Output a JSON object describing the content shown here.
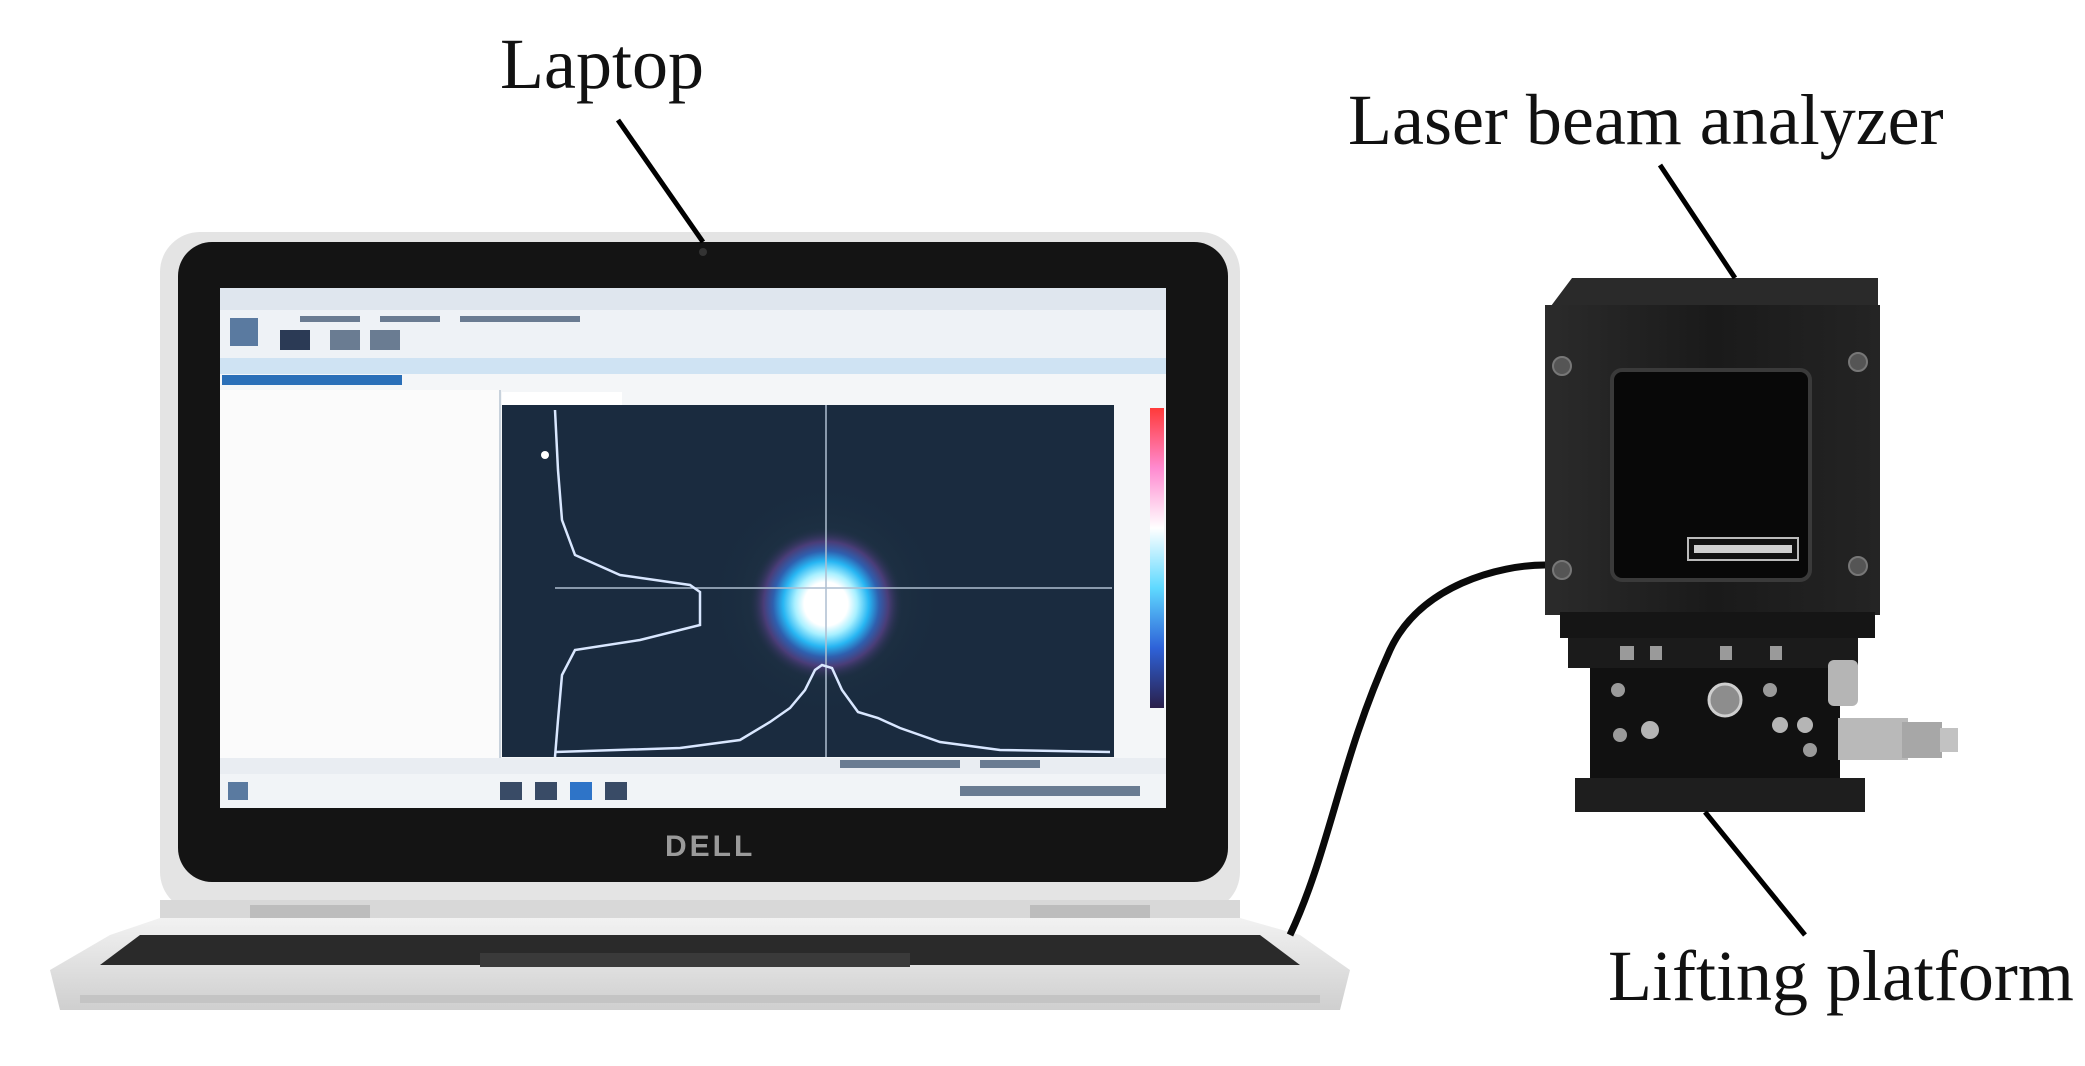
{
  "labels": {
    "laptop": "Laptop",
    "analyzer": "Laser beam analyzer",
    "platform": "Lifting platform"
  },
  "laptop": {
    "brand": "DELL"
  },
  "colors": {
    "background": "#ffffff",
    "laptop_bezel": "#141414",
    "laptop_body": "#e9e9e9",
    "screen_bg": "#1a2b3f",
    "beam_core": "#ffffff",
    "beam_ring": "#35c7ff",
    "analyzer_body": "#1c1c1c",
    "profile_line": "#d9e7ff"
  }
}
